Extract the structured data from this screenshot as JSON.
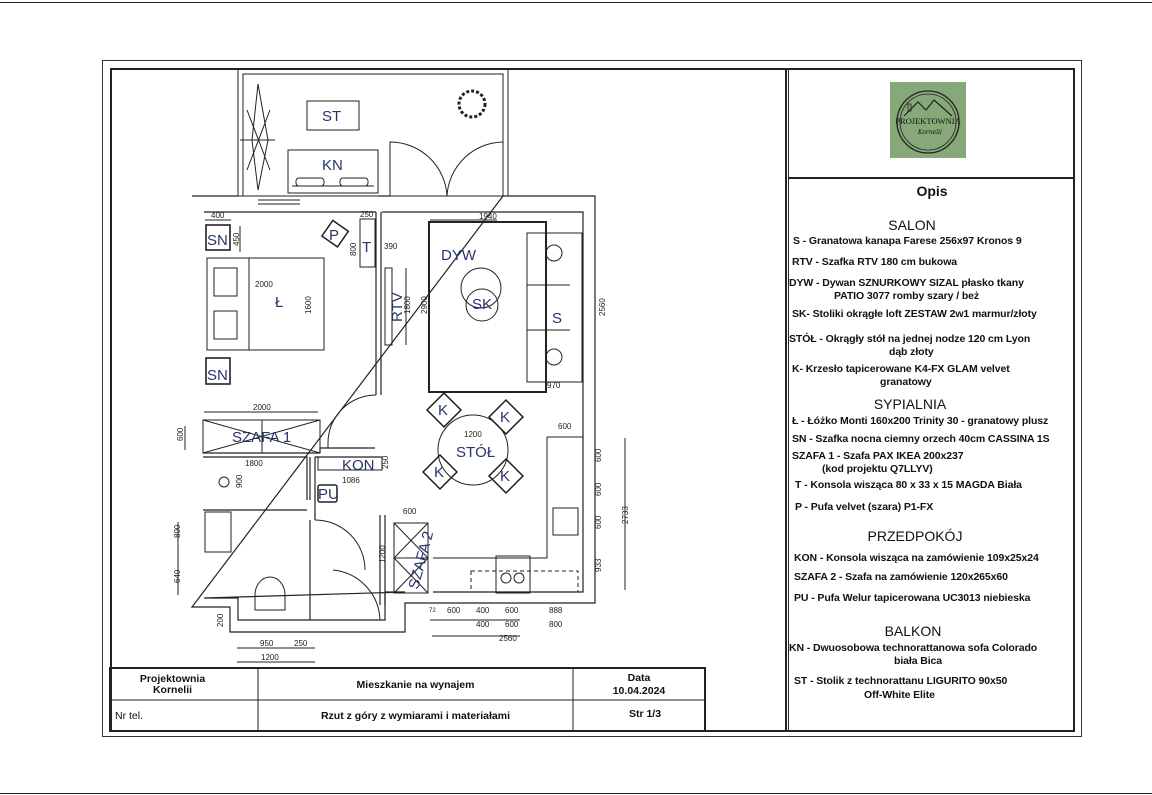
{
  "legend": {
    "title": "Opis",
    "sections": {
      "salon": "SALON",
      "sypialnia": "SYPIALNIA",
      "przedpokoj": "PRZEDPOKÓJ",
      "balkon": "BALKON"
    },
    "items": {
      "s": "S - Granatowa kanapa Farese 256x97  Kronos 9",
      "rtv": "RTV - Szafka RTV 180 cm bukowa",
      "dyw": "DYW - Dywan SZNURKOWY SIZAL płasko tkany",
      "dyw2": "PATIO 3077 romby szary / beż",
      "sk": "SK- Stoliki okrągłe loft  ZESTAW 2w1 marmur/złoty",
      "stol": "STÓŁ - Okrągły stół na jednej nodze 120 cm Lyon",
      "stol2": "dąb złoty",
      "k": "K- Krzesło tapicerowane K4-FX GLAM velvet",
      "k2": "granatowy",
      "l": "Ł - Łóżko Monti 160x200 Trinity 30 - granatowy plusz",
      "sn": "SN - Szafka nocna ciemny orzech 40cm CASSINA 1S",
      "szafa1": "SZAFA 1 - Szafa PAX IKEA 200x237",
      "szafa1b": "(kod projektu Q7LLYV)",
      "t": "T - Konsola wisząca 80 x 33 x 15 MAGDA Biała",
      "p": "P - Pufa velvet (szara) P1-FX",
      "kon": "KON - Konsola wisząca na zamówienie 109x25x24",
      "szafa2": "SZAFA 2 - Szafa na zamówienie 120x265x60",
      "pu": "PU - Pufa Welur tapicerowana UC3013 niebieska",
      "kn": "KN - Dwuosobowa technorattanowa sofa Colorado",
      "kn2": "biała Bica",
      "st": "ST - Stolik z technorattanu LIGURITO 90x50",
      "st2": "Off-White Elite"
    }
  },
  "logo": {
    "text": "PROJEKTOWNIA",
    "script": "Kornelii",
    "bg": "#87a878"
  },
  "title_block": {
    "company": "Projektownia Kornelii",
    "project": "Mieszkanie na wynajem",
    "date_label": "Data",
    "date": "10.04.2024",
    "phone_label": "Nr tel.",
    "drawing": "Rzut z góry z wymiarami i materiałami",
    "page": "Str 1/3"
  },
  "plan": {
    "labels": {
      "st": "ST",
      "kn": "KN",
      "dyw": "DYW",
      "sk": "SK",
      "s": "S",
      "rtv": "RTV",
      "l": "Ł",
      "sn1": "SN",
      "sn2": "SN",
      "p": "P",
      "t": "T",
      "szafa1": "SZAFA 1",
      "kon": "KON",
      "pu": "PU",
      "szafa2": "SZAFA 2",
      "stol": "STÓŁ",
      "k1": "K",
      "k2": "K",
      "k3": "K",
      "k4": "K"
    },
    "dims": [
      "400",
      "450",
      "250",
      "800",
      "390",
      "2000",
      "1600",
      "1800",
      "2900",
      "1940",
      "2560",
      "970",
      "2000",
      "600",
      "1200",
      "600",
      "600",
      "600",
      "600",
      "933",
      "2733",
      "1800",
      "900",
      "250",
      "1086",
      "600",
      "1200",
      "800",
      "640",
      "200",
      "950",
      "250",
      "1200",
      "72",
      "600",
      "400",
      "600",
      "888",
      "400",
      "600",
      "800",
      "2560"
    ]
  }
}
